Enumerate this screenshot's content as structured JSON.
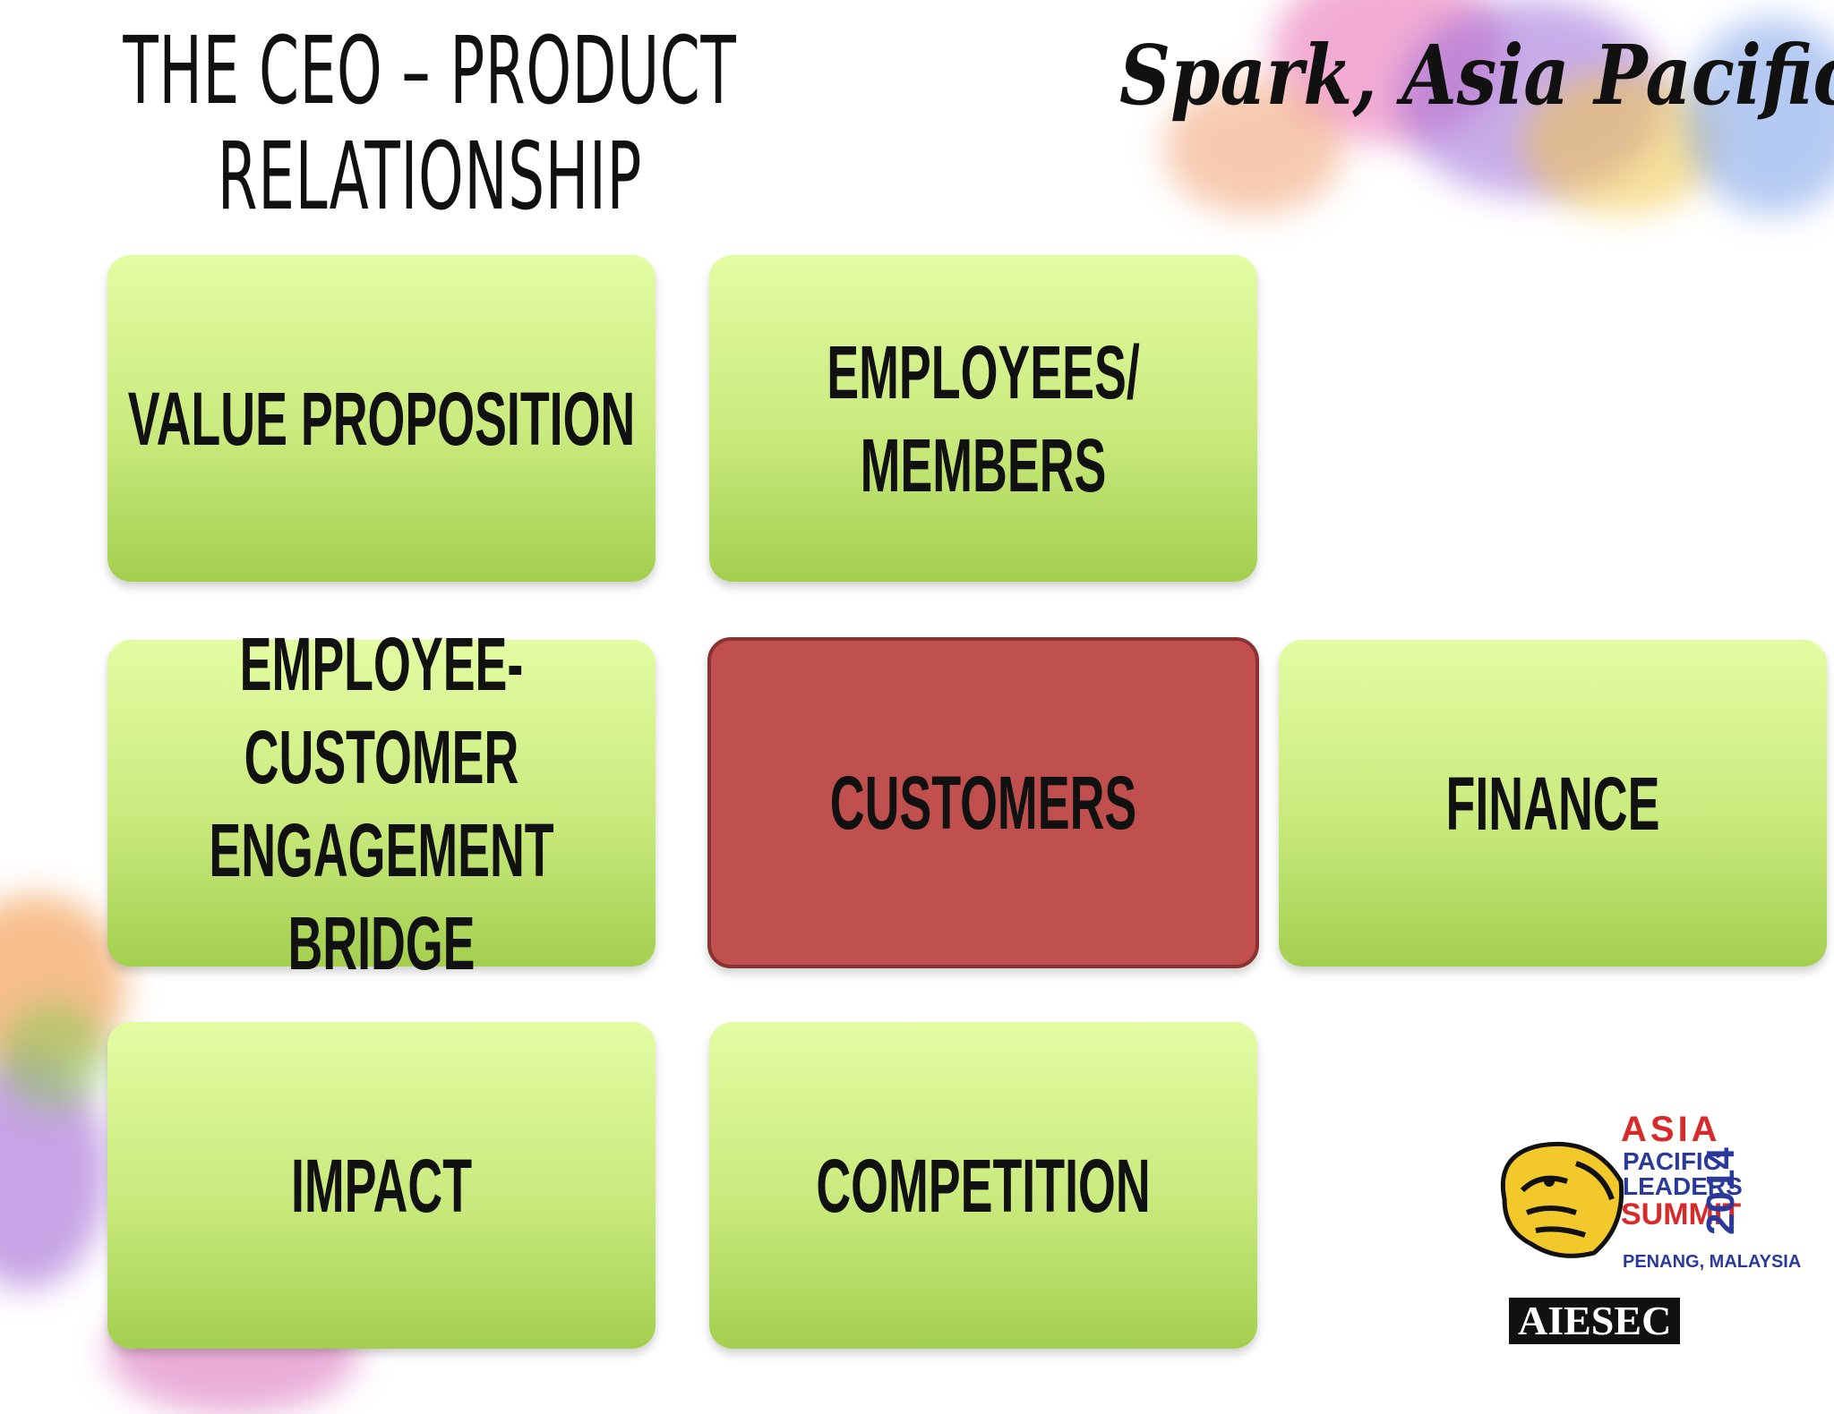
{
  "title": {
    "line1": "THE CEO – PRODUCT",
    "line2": "RELATIONSHIP"
  },
  "tagline": "Spark, Asia Pacific!",
  "boxes": [
    {
      "id": "value-proposition",
      "label": "VALUE PROPOSITION",
      "highlight": false
    },
    {
      "id": "employees-members",
      "label": "EMPLOYEES/\nMEMBERS",
      "highlight": false
    },
    {
      "id": "engagement-bridge",
      "label": "EMPLOYEE-\nCUSTOMER\nENGAGEMENT BRIDGE",
      "highlight": false
    },
    {
      "id": "customers",
      "label": "CUSTOMERS",
      "highlight": true
    },
    {
      "id": "finance",
      "label": "FINANCE",
      "highlight": false
    },
    {
      "id": "impact",
      "label": "IMPACT",
      "highlight": false
    },
    {
      "id": "competition",
      "label": "COMPETITION",
      "highlight": false
    }
  ],
  "logo": {
    "asia": "ASIA",
    "pacific": "PACIFIC",
    "leaders": "LEADERS",
    "summit": "SUMMIT",
    "year": "2014",
    "location": "PENANG, MALAYSIA",
    "org": "AIESEC"
  },
  "colors": {
    "box_light": "#e3fca3",
    "box_dark": "#a3cf4f",
    "highlight": "#c0504d",
    "logo_red": "#d72a2a",
    "logo_blue": "#2a3a9a"
  }
}
